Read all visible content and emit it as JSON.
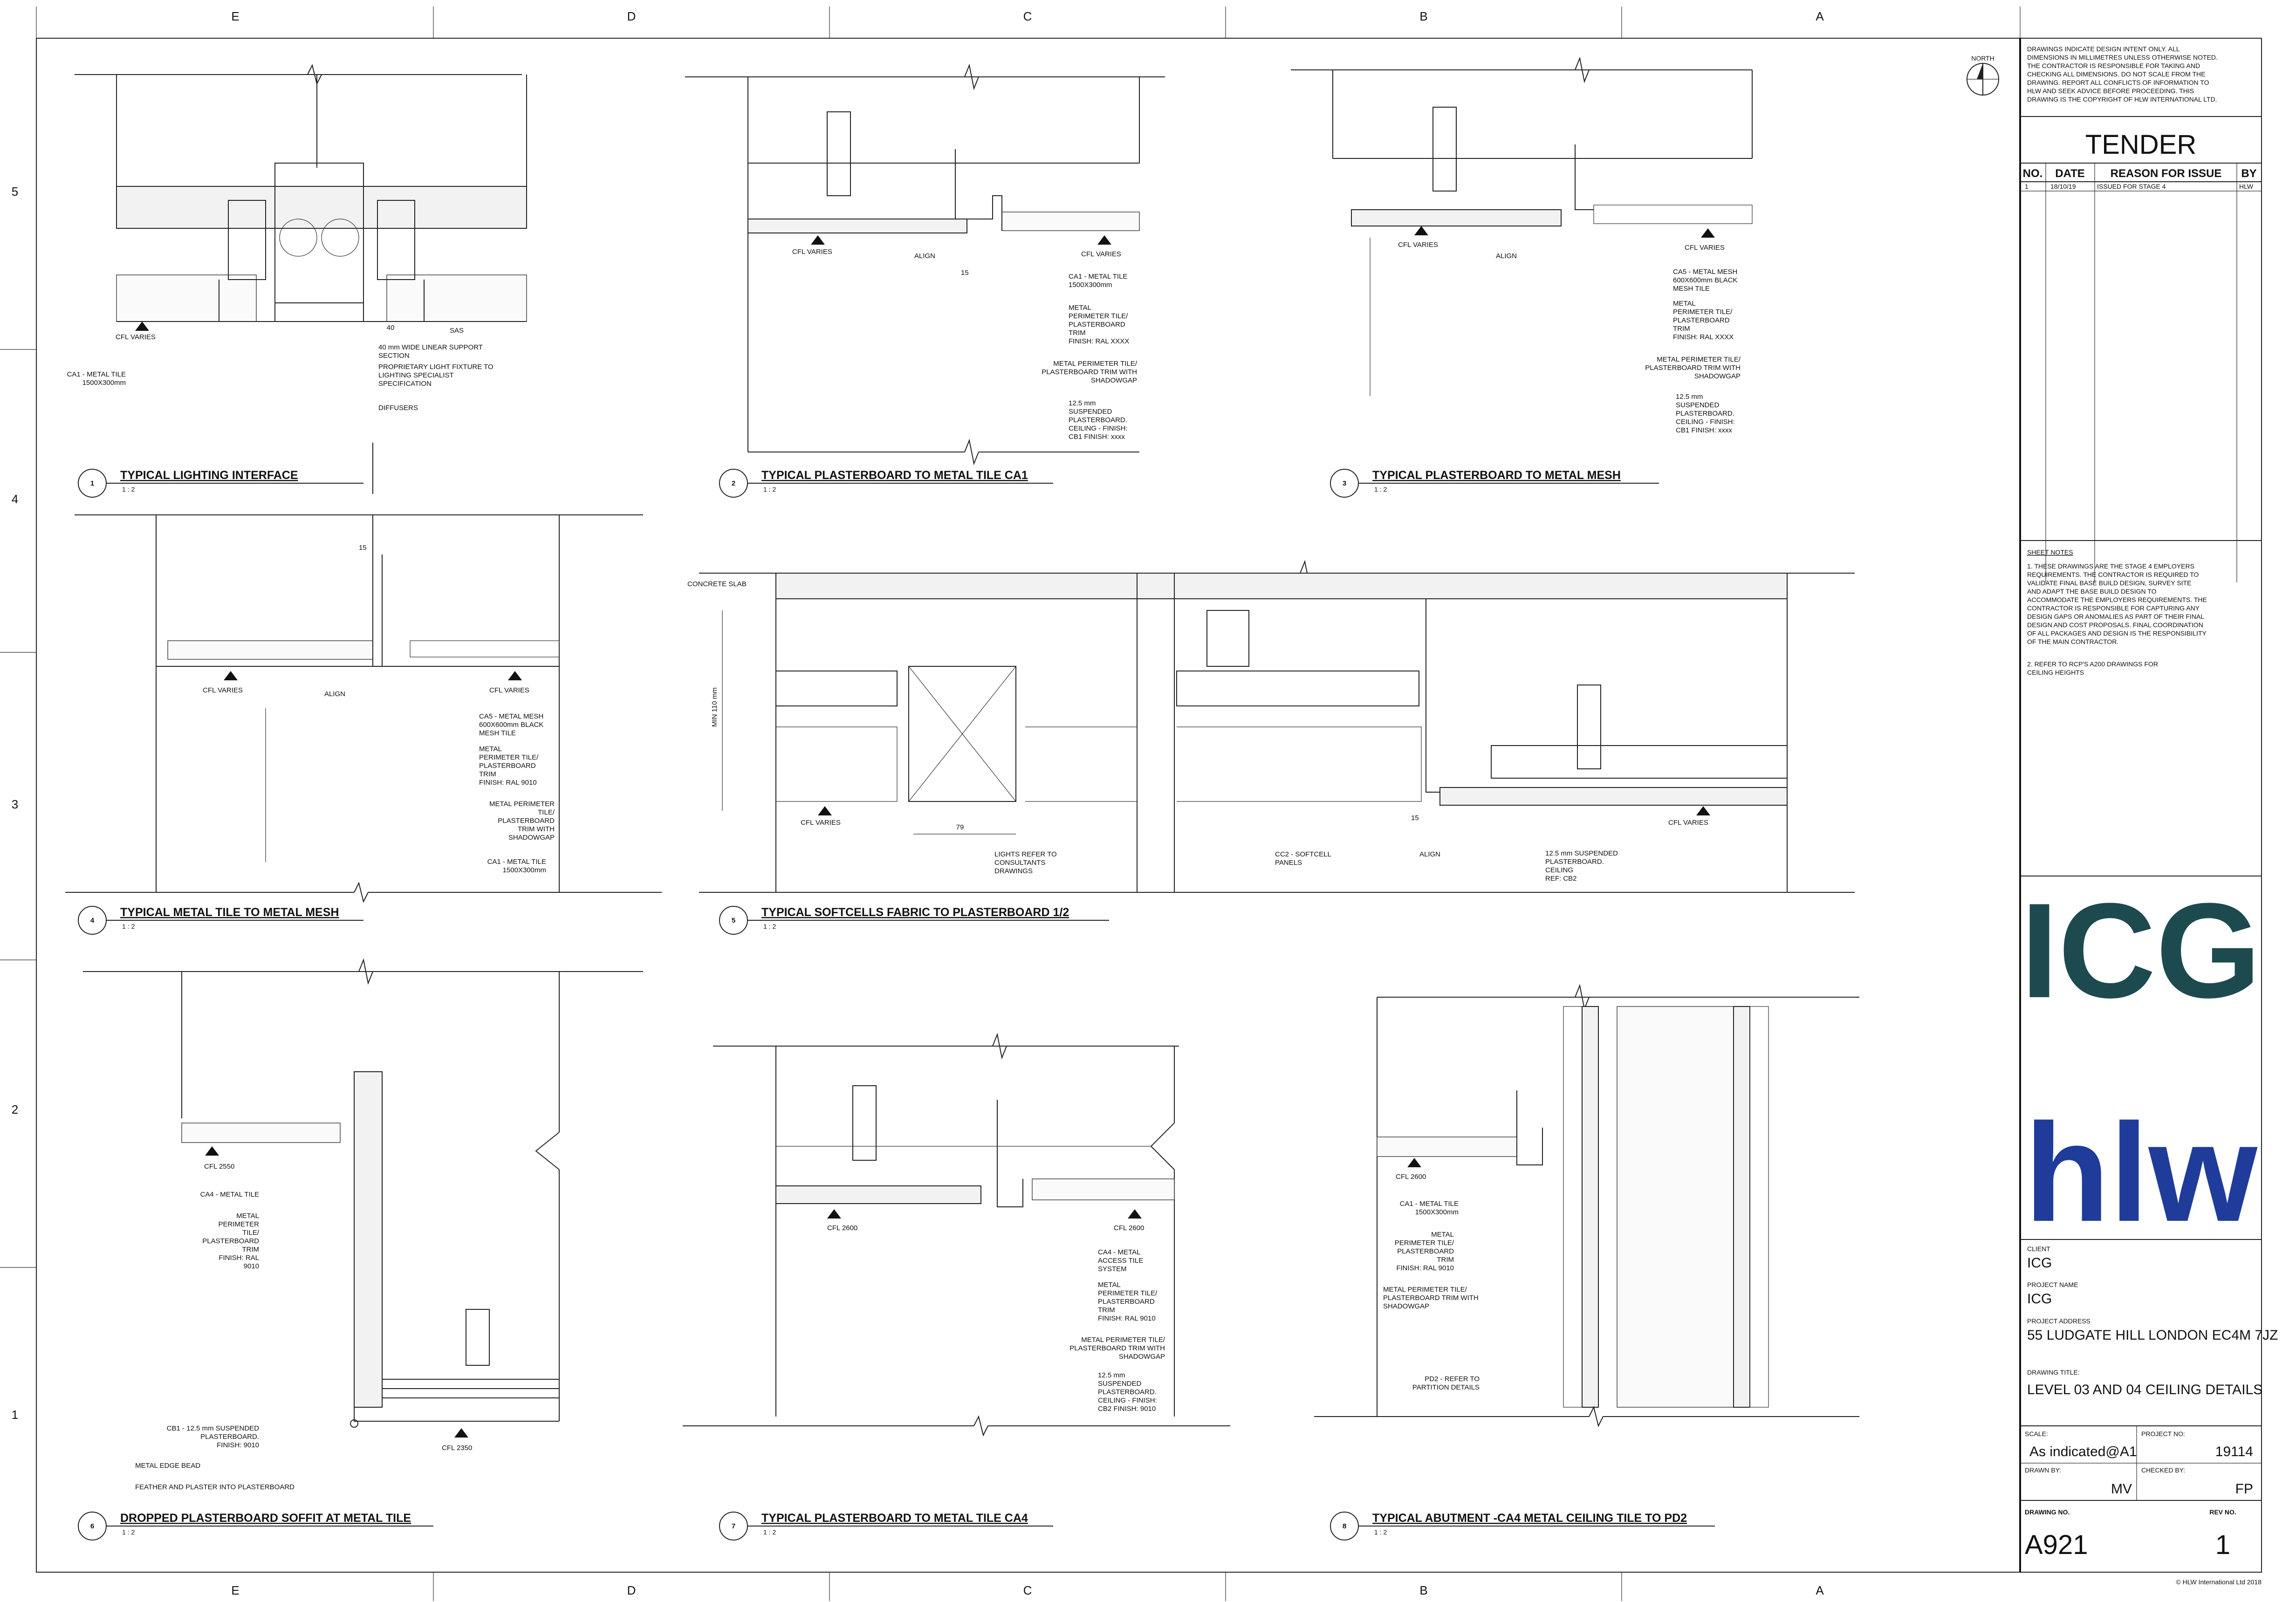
{
  "grid": {
    "columns": [
      "E",
      "D",
      "C",
      "B",
      "A"
    ],
    "rows": [
      "5",
      "4",
      "3",
      "2",
      "1"
    ]
  },
  "north_label": "NORTH",
  "details": [
    {
      "number": "1",
      "title": "TYPICAL LIGHTING INTERFACE",
      "scale": "1 : 2",
      "labels": [
        "CFL VARIES",
        "CA1 - METAL TILE",
        "1500X300mm",
        "40",
        "SAS",
        "40 mm WIDE LINEAR SUPPORT",
        "SECTION",
        "PROPRIETARY LIGHT FIXTURE TO",
        "LIGHTING SPECIALIST",
        "SPECIFICATION",
        "DIFFUSERS"
      ]
    },
    {
      "number": "2",
      "title": "TYPICAL PLASTERBOARD TO METAL TILE CA1",
      "scale": "1 : 2",
      "labels": [
        "CFL VARIES",
        "CFL VARIES",
        "ALIGN",
        "15",
        "CA1 - METAL TILE",
        "1500X300mm",
        "METAL",
        "PERIMETER TILE/",
        "PLASTERBOARD",
        "TRIM",
        "FINISH: RAL XXXX",
        "METAL PERIMETER TILE/",
        "PLASTERBOARD TRIM WITH",
        "SHADOWGAP",
        "12.5 mm",
        "SUSPENDED",
        "PLASTERBOARD.",
        "CEILING - FINISH:",
        "CB1  FINISH: xxxx"
      ]
    },
    {
      "number": "3",
      "title": "TYPICAL PLASTERBOARD TO METAL MESH",
      "scale": "1 : 2",
      "labels": [
        "CFL VARIES",
        "CFL VARIES",
        "ALIGN",
        "CA5 - METAL MESH",
        "600X600mm BLACK",
        "MESH TILE",
        "METAL",
        "PERIMETER TILE/",
        "PLASTERBOARD",
        "TRIM",
        "FINISH: RAL XXXX",
        "METAL PERIMETER TILE/",
        "PLASTERBOARD TRIM WITH",
        "SHADOWGAP",
        "12.5 mm",
        "SUSPENDED",
        "PLASTERBOARD.",
        "CEILING - FINISH:",
        "CB1  FINISH: xxxx"
      ]
    },
    {
      "number": "4",
      "title": "TYPICAL METAL TILE TO METAL MESH",
      "scale": "1 : 2",
      "labels": [
        "15",
        "CFL VARIES",
        "CFL VARIES",
        "ALIGN",
        "CA5 - METAL MESH",
        "600X600mm BLACK",
        "MESH TILE",
        "METAL",
        "PERIMETER TILE/",
        "PLASTERBOARD",
        "TRIM",
        "FINISH: RAL 9010",
        "METAL PERIMETER",
        "TILE/",
        "PLASTERBOARD",
        "TRIM WITH",
        "SHADOWGAP",
        "CA1 - METAL TILE",
        "1500X300mm"
      ]
    },
    {
      "number": "5",
      "title": "TYPICAL SOFTCELLS FABRIC TO PLASTERBOARD 1/2",
      "scale": "1 : 2",
      "labels": [
        "CONCRETE SLAB",
        "MIN 110 mm",
        "CFL VARIES",
        "79",
        "LIGHTS REFER TO",
        "CONSULTANTS",
        "DRAWINGS",
        "CC2 - SOFTCELL",
        "PANELS",
        "ALIGN",
        "12.5 mm SUSPENDED",
        "PLASTERBOARD.",
        "CEILING",
        "REF: CB2",
        "CFL VARIES",
        "15"
      ]
    },
    {
      "number": "6",
      "title": "DROPPED PLASTERBOARD SOFFIT AT METAL TILE",
      "scale": "1 : 2",
      "labels": [
        "CFL 2550",
        "CA4 - METAL TILE",
        "METAL",
        "PERIMETER",
        "TILE/",
        "PLASTERBOARD",
        "TRIM",
        "FINISH: RAL",
        "9010",
        "CB1 - 12.5 mm  SUSPENDED",
        "PLASTERBOARD.",
        "FINISH: 9010",
        "METAL EDGE BEAD",
        "FEATHER AND PLASTER INTO PLASTERBOARD",
        "CFL 2350"
      ]
    },
    {
      "number": "7",
      "title": "TYPICAL PLASTERBOARD TO METAL TILE CA4",
      "scale": "1 : 2",
      "labels": [
        "CFL 2600",
        "CFL 2600",
        "CA4 - METAL",
        "ACCESS TILE",
        "SYSTEM",
        "METAL",
        "PERIMETER TILE/",
        "PLASTERBOARD",
        "TRIM",
        "FINISH: RAL 9010",
        "METAL PERIMETER TILE/",
        "PLASTERBOARD TRIM WITH",
        "SHADOWGAP",
        "12.5 mm",
        "SUSPENDED",
        "PLASTERBOARD.",
        "CEILING - FINISH:",
        "CB2  FINISH: 9010"
      ]
    },
    {
      "number": "8",
      "title": "TYPICAL ABUTMENT -CA4  METAL CEILING TILE TO PD2",
      "scale": "1 : 2",
      "labels": [
        "CFL 2600",
        "CA1 - METAL TILE",
        "1500X300mm",
        "METAL",
        "PERIMETER TILE/",
        "PLASTERBOARD",
        "TRIM",
        "FINISH: RAL 9010",
        "METAL PERIMETER TILE/",
        "PLASTERBOARD TRIM WITH",
        "SHADOWGAP",
        "PD2 - REFER TO",
        "PARTITION DETAILS"
      ]
    }
  ],
  "title_block": {
    "disclaimer": [
      "DRAWINGS INDICATE DESIGN INTENT ONLY. ALL",
      "DIMENSIONS IN MILLIMETRES UNLESS OTHERWISE NOTED.",
      "THE CONTRACTOR IS RESPONSIBLE FOR TAKING AND",
      "CHECKING ALL DIMENSIONS. DO NOT SCALE FROM THE",
      "DRAWING. REPORT ALL CONFLICTS OF INFORMATION TO",
      "HLW AND SEEK ADVICE BEFORE PROCEEDING. THIS",
      "DRAWING IS THE COPYRIGHT OF HLW INTERNATIONAL LTD."
    ],
    "status": "TENDER",
    "rev_headers": [
      "NO.",
      "DATE",
      "REASON FOR ISSUE",
      "BY"
    ],
    "revisions": [
      {
        "no": "1",
        "date": "18/10/19",
        "reason": "ISSUED FOR STAGE 4",
        "by": "HLW"
      }
    ],
    "sheet_notes_title": "SHEET NOTES",
    "sheet_notes": [
      "1. THESE DRAWINGS ARE THE STAGE 4 EMPLOYERS",
      "REQUIREMENTS. THE CONTRACTOR IS REQUIRED TO",
      "VALIDATE FINAL BASE BUILD DESIGN, SURVEY SITE",
      "AND ADAPT THE BASE BUILD DESIGN TO",
      "ACCOMMODATE THE EMPLOYERS REQUIREMENTS. THE",
      "CONTRACTOR IS RESPONSIBLE FOR CAPTURING ANY",
      "DESIGN GAPS OR ANOMALIES AS PART OF THEIR FINAL",
      "DESIGN AND COST PROPOSALS. FINAL COORDINATION",
      "OF ALL PACKAGES AND DESIGN IS THE RESPONSIBILITY",
      "OF THE MAIN CONTRACTOR.",
      "",
      "2. REFER TO RCP'S A200 DRAWINGS FOR",
      "CEILING HEIGHTS"
    ],
    "client_logo": "ICG",
    "firm_logo": "hlw",
    "client_label": "CLIENT",
    "client": "ICG",
    "project_name_label": "PROJECT NAME",
    "project_name": "ICG",
    "project_address_label": "PROJECT ADDRESS",
    "project_address": "55 LUDGATE HILL LONDON EC4M 7JZ",
    "drawing_title_label": "DRAWING TITLE:",
    "drawing_title": "LEVEL 03 AND 04 CEILING DETAILS",
    "scale_label": "SCALE:",
    "scale": "As indicated@A1",
    "project_no_label": "PROJECT NO:",
    "project_no": "19114",
    "drawn_by_label": "DRAWN BY:",
    "drawn_by": "MV",
    "checked_by_label": "CHECKED BY:",
    "checked_by": "FP",
    "drawing_no_label": "DRAWING NO.",
    "drawing_no": "A921",
    "rev_no_label": "REV NO.",
    "rev_no": "1",
    "copyright": "© HLW International Ltd 2018"
  },
  "colors": {
    "icg_logo": "#1d4a4f",
    "hlw_logo": "#1f3c9a",
    "line": "#222222"
  }
}
